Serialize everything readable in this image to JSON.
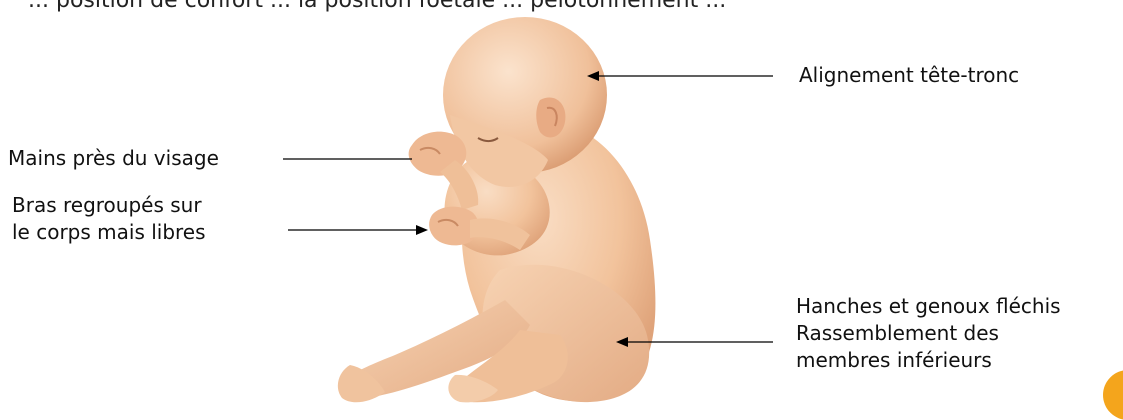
{
  "header_partial_text": "... position de confort ... la position foetale ... pelotonnement ...",
  "labels": {
    "head_trunk": "Alignement tête-tronc",
    "hands": "Mains près du visage",
    "arms_line1": "Bras regroupés sur",
    "arms_line2": "le corps mais libres",
    "hips_line1": "Hanches et genoux fléchis",
    "hips_line2": "Rassemblement des",
    "hips_line3": "membres inférieurs"
  },
  "colors": {
    "skin": "#f3c9a4",
    "skin_shadow": "#d89c74",
    "skin_light": "#f8dcc2",
    "accent_corner": "#f4a51c",
    "arrow": "#000000"
  }
}
